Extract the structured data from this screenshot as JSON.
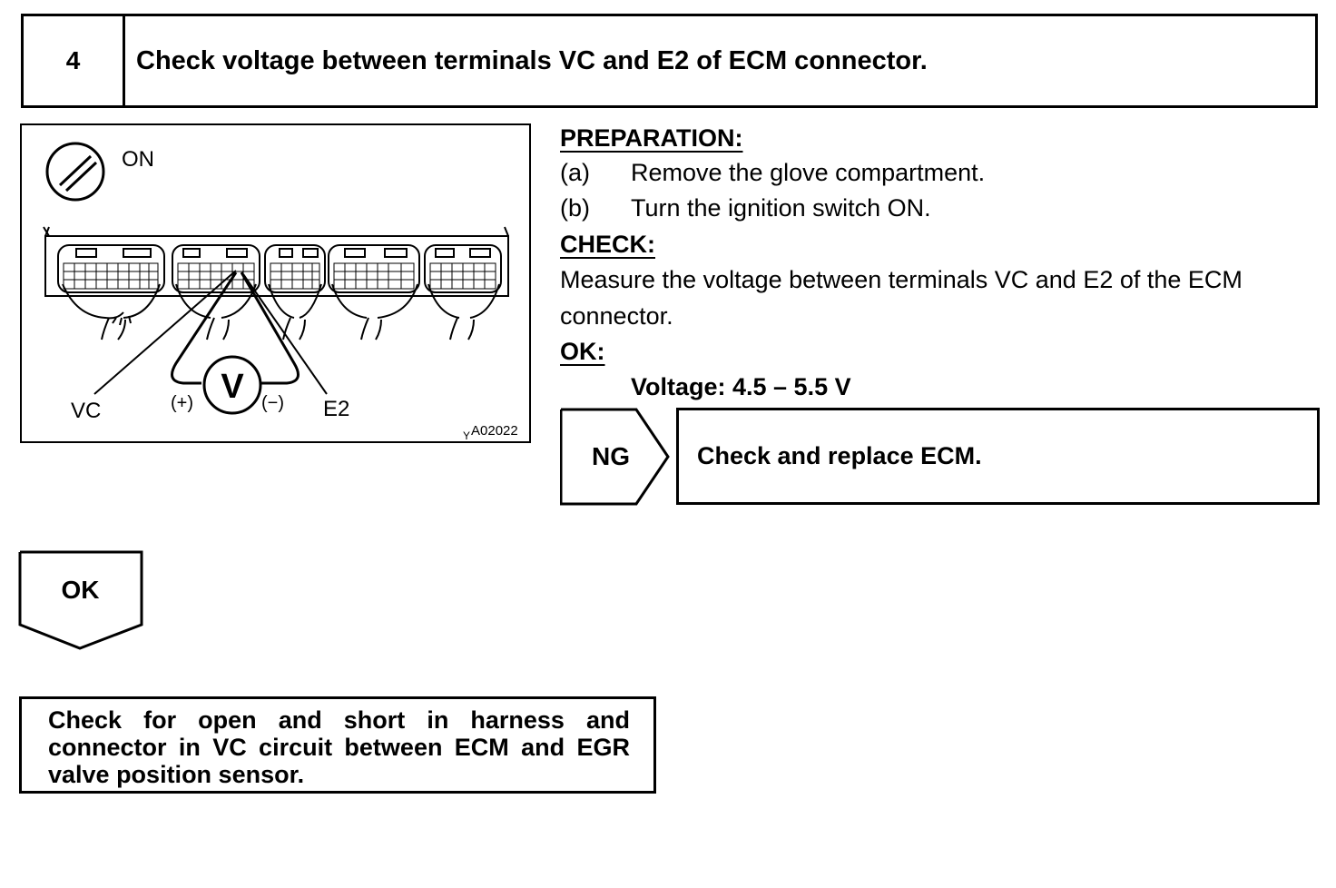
{
  "step": {
    "number": "4",
    "title": "Check voltage between terminals VC and E2 of ECM connector."
  },
  "diagram": {
    "ignition_label": "ON",
    "icons": [
      "ignition-switch-icon",
      "voltmeter-icon"
    ],
    "meter_symbol": "V",
    "plus_label": "(+)",
    "minus_label": "(−)",
    "terminal_vc": "VC",
    "terminal_e2": "E2",
    "figure_code_prefix": "Y",
    "figure_code": "A02022"
  },
  "preparation": {
    "heading": "PREPARATION:",
    "steps": [
      {
        "marker": "(a)",
        "text": "Remove the glove compartment."
      },
      {
        "marker": "(b)",
        "text": "Turn the ignition switch ON."
      }
    ]
  },
  "check": {
    "heading": "CHECK:",
    "line1": "Measure the voltage between terminals VC and E2 of the ECM",
    "line2": "connector."
  },
  "ok_spec": {
    "heading": "OK:",
    "text": "Voltage: 4.5 – 5.5 V"
  },
  "ng_branch": {
    "label": "NG",
    "result": "Check and replace ECM."
  },
  "ok_branch": {
    "label": "OK"
  },
  "final_step": {
    "text": "Check for open and short in harness and connector in VC circuit between ECM and EGR valve position sensor."
  }
}
